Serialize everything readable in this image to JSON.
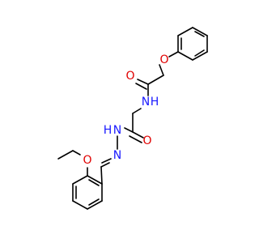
{
  "molecule": {
    "atom_labels": {
      "o_ether_top": "O",
      "o_carbonyl_top": "O",
      "n_amide": "N",
      "h_amide": "H",
      "o_carbonyl_mid": "O",
      "nh_hydrazide": "N",
      "h_hydrazide": "H",
      "n_imine": "N",
      "o_ethoxy": "O"
    },
    "colors": {
      "bond": "#000000",
      "oxygen": "#e00000",
      "nitrogen": "#1a1aff"
    }
  }
}
